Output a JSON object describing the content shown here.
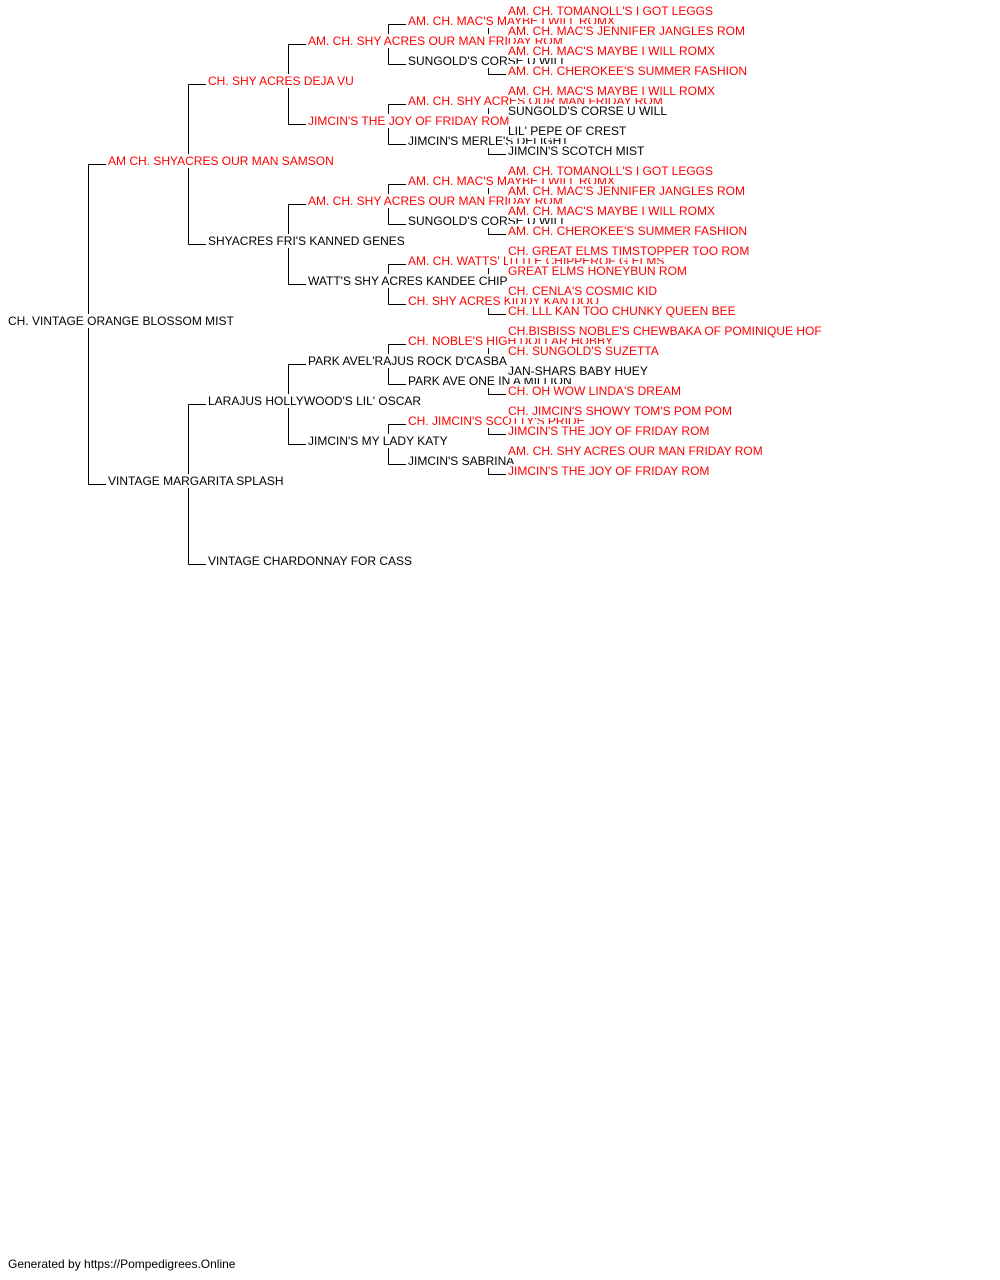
{
  "colors": {
    "line": "#000000",
    "normal": "#000000",
    "highlight": "#ff0000"
  },
  "pedigree": {
    "name": "CH. VINTAGE ORANGE BLOSSOM MIST",
    "highlight": false,
    "sire": {
      "name": "AM CH. SHYACRES OUR MAN SAMSON",
      "highlight": true,
      "sire": {
        "name": "CH. SHY ACRES DEJA VU",
        "highlight": true,
        "sire": {
          "name": "AM. CH. SHY ACRES OUR MAN FRIDAY ROM",
          "highlight": true,
          "sire": {
            "name": "AM. CH. MAC'S MAYBE I WILL ROMX",
            "highlight": true,
            "sire": {
              "name": "AM. CH. TOMANOLL'S I GOT LEGGS",
              "highlight": true
            },
            "dam": {
              "name": "AM. CH. MAC'S JENNIFER JANGLES ROM",
              "highlight": true
            }
          },
          "dam": {
            "name": "SUNGOLD'S CORSE U WILL",
            "highlight": false,
            "sire": {
              "name": "AM. CH. MAC'S MAYBE I WILL ROMX",
              "highlight": true
            },
            "dam": {
              "name": "AM. CH. CHEROKEE'S SUMMER FASHION",
              "highlight": true
            }
          }
        },
        "dam": {
          "name": "JIMCIN'S THE JOY OF FRIDAY ROM",
          "highlight": true,
          "sire": {
            "name": "AM. CH. SHY ACRES OUR MAN FRIDAY ROM",
            "highlight": true,
            "sire": {
              "name": "AM. CH. MAC'S MAYBE I WILL ROMX",
              "highlight": true
            },
            "dam": {
              "name": "SUNGOLD'S CORSE U WILL",
              "highlight": false
            }
          },
          "dam": {
            "name": "JIMCIN'S MERLE'S DELIGHT",
            "highlight": false,
            "sire": {
              "name": "LIL' PEPE OF CREST",
              "highlight": false
            },
            "dam": {
              "name": "JIMCIN'S SCOTCH MIST",
              "highlight": false
            }
          }
        }
      },
      "dam": {
        "name": "SHYACRES FRI'S KANNED GENES",
        "highlight": false,
        "sire": {
          "name": "AM. CH. SHY ACRES OUR MAN FRIDAY ROM",
          "highlight": true,
          "sire": {
            "name": "AM. CH. MAC'S MAYBE I WILL ROMX",
            "highlight": true,
            "sire": {
              "name": "AM. CH. TOMANOLL'S I GOT LEGGS",
              "highlight": true
            },
            "dam": {
              "name": "AM. CH. MAC'S JENNIFER JANGLES ROM",
              "highlight": true
            }
          },
          "dam": {
            "name": "SUNGOLD'S CORSE U WILL",
            "highlight": false,
            "sire": {
              "name": "AM. CH. MAC'S MAYBE I WILL ROMX",
              "highlight": true
            },
            "dam": {
              "name": "AM. CH. CHEROKEE'S SUMMER FASHION",
              "highlight": true
            }
          }
        },
        "dam": {
          "name": "WATT'S SHY ACRES KANDEE CHIP",
          "highlight": false,
          "sire": {
            "name": "AM. CH. WATTS' LITTLE CHIPPEROF G ELMS",
            "highlight": true,
            "sire": {
              "name": "CH. GREAT ELMS TIMSTOPPER TOO ROM",
              "highlight": true
            },
            "dam": {
              "name": "GREAT ELMS HONEYBUN ROM",
              "highlight": true
            }
          },
          "dam": {
            "name": "CH. SHY ACRES KIDDY KAN DOO",
            "highlight": true,
            "sire": {
              "name": "CH. CENLA'S COSMIC KID",
              "highlight": true
            },
            "dam": {
              "name": "CH. LLL KAN TOO CHUNKY QUEEN BEE",
              "highlight": true
            }
          }
        }
      }
    },
    "dam": {
      "name": "VINTAGE MARGARITA SPLASH",
      "highlight": false,
      "sire": {
        "name": "LARAJUS HOLLYWOOD'S LIL' OSCAR",
        "highlight": false,
        "sire": {
          "name": "PARK AVEL'RAJUS ROCK D'CASBA",
          "highlight": false,
          "sire": {
            "name": "CH. NOBLE'S HIGH DOLLAR HOBBY",
            "highlight": true,
            "sire": {
              "name": "CH.BISBISS NOBLE'S CHEWBAKA OF POMINIQUE HOF",
              "highlight": true
            },
            "dam": {
              "name": "CH. SUNGOLD'S SUZETTA",
              "highlight": true
            }
          },
          "dam": {
            "name": "PARK AVE ONE IN A MILLION",
            "highlight": false,
            "sire": {
              "name": "JAN-SHARS BABY HUEY",
              "highlight": false
            },
            "dam": {
              "name": "CH. OH WOW LINDA'S DREAM",
              "highlight": true
            }
          }
        },
        "dam": {
          "name": "JIMCIN'S MY LADY KATY",
          "highlight": false,
          "sire": {
            "name": "CH. JIMCIN'S SCOTTY'S PRIDE",
            "highlight": true,
            "sire": {
              "name": "CH. JIMCIN'S SHOWY TOM'S POM POM",
              "highlight": true
            },
            "dam": {
              "name": "JIMCIN'S THE JOY OF FRIDAY ROM",
              "highlight": true
            }
          },
          "dam": {
            "name": "JIMCIN'S SABRINA",
            "highlight": false,
            "sire": {
              "name": "AM. CH. SHY ACRES OUR MAN FRIDAY ROM",
              "highlight": true
            },
            "dam": {
              "name": "JIMCIN'S THE JOY OF FRIDAY ROM",
              "highlight": true
            }
          }
        }
      },
      "dam": {
        "name": "VINTAGE CHARDONNAY FOR CASS",
        "highlight": false
      }
    }
  },
  "footer": {
    "text": "Generated by https://Pompedigrees.Online"
  }
}
